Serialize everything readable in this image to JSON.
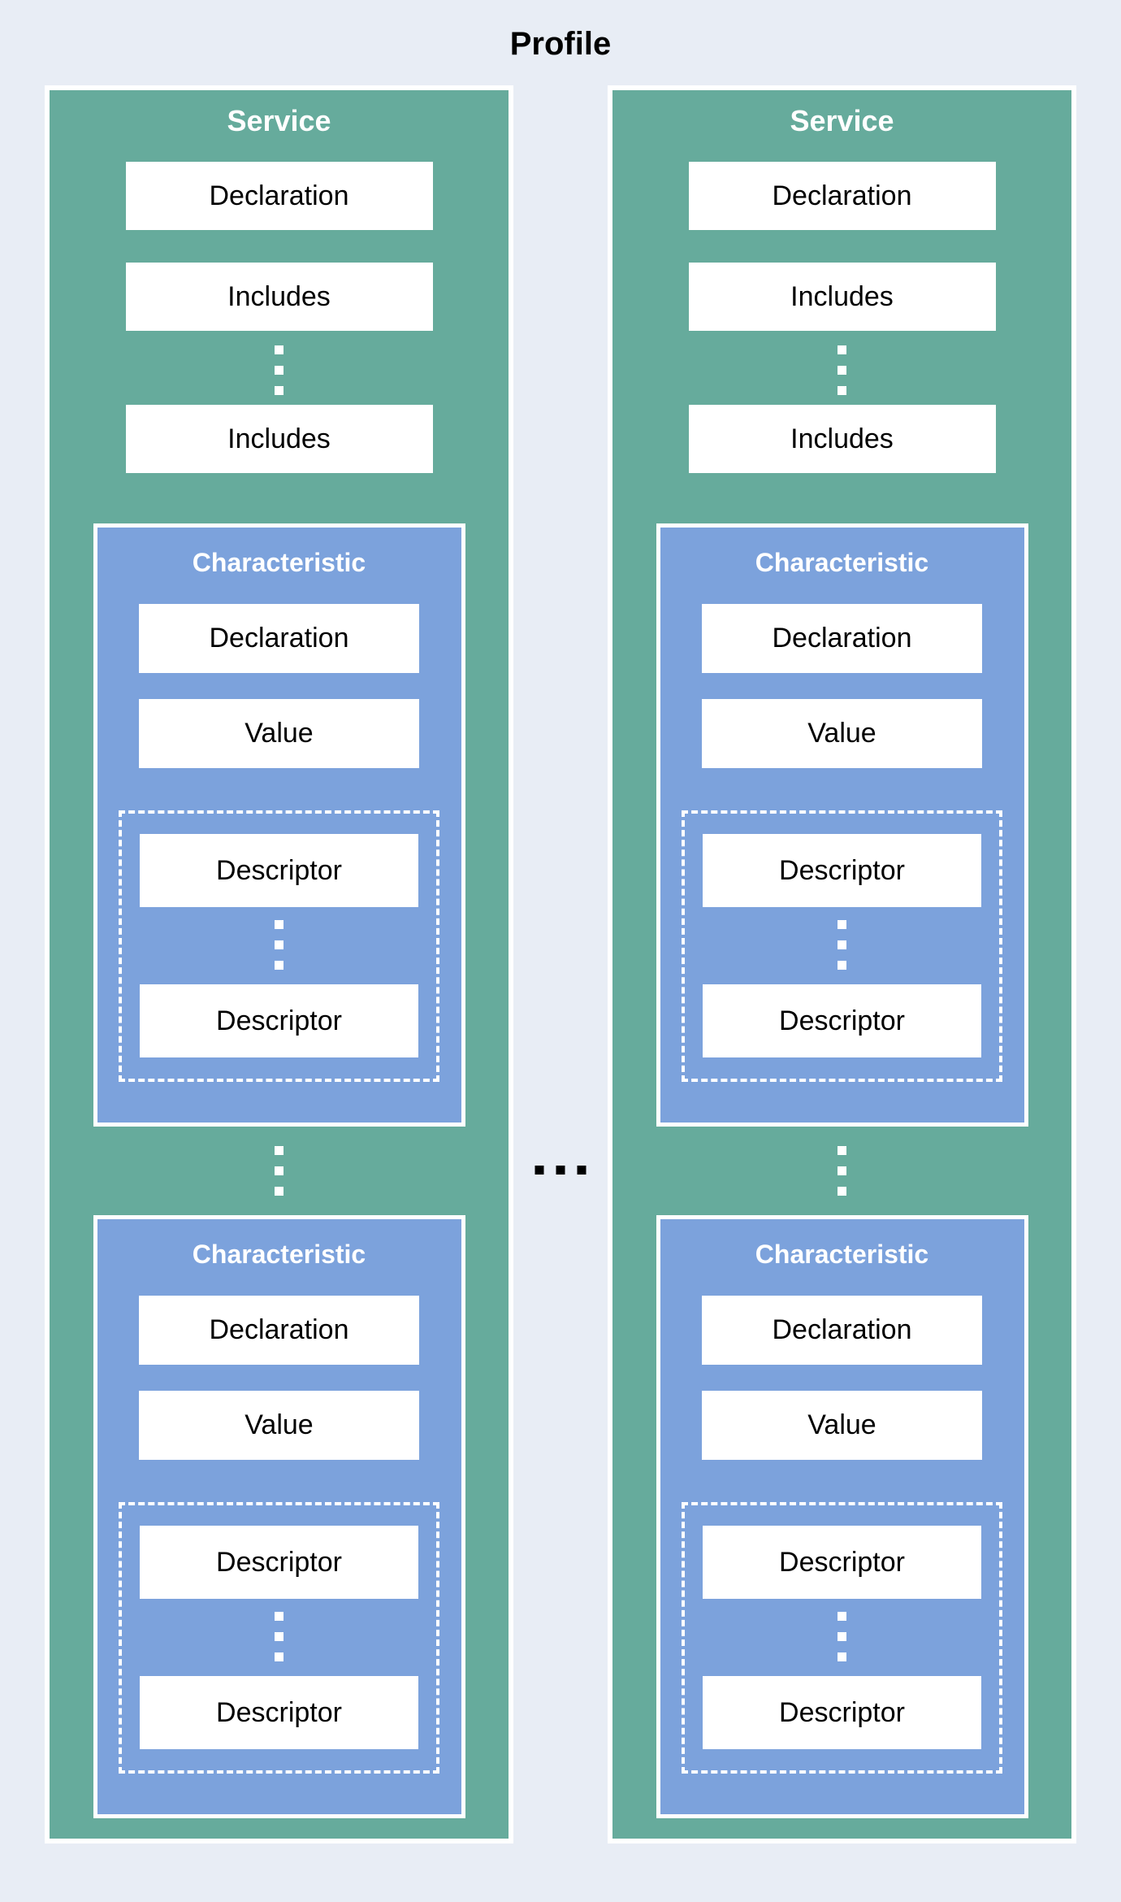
{
  "title": "Profile",
  "colors": {
    "background": "#e8edf5",
    "service_fill": "#66ab9c",
    "characteristic_fill": "#7ca2dc",
    "box_fill": "#ffffff",
    "border_white": "#ffffff",
    "title_text": "#000000",
    "separator_dots": "#000000"
  },
  "services": [
    {
      "title": "Service",
      "declaration": "Declaration",
      "includes": [
        "Includes",
        "Includes"
      ],
      "characteristics": [
        {
          "title": "Characteristic",
          "declaration": "Declaration",
          "value": "Value",
          "descriptors": [
            "Descriptor",
            "Descriptor"
          ]
        },
        {
          "title": "Characteristic",
          "declaration": "Declaration",
          "value": "Value",
          "descriptors": [
            "Descriptor",
            "Descriptor"
          ]
        }
      ]
    },
    {
      "title": "Service",
      "declaration": "Declaration",
      "includes": [
        "Includes",
        "Includes"
      ],
      "characteristics": [
        {
          "title": "Characteristic",
          "declaration": "Declaration",
          "value": "Value",
          "descriptors": [
            "Descriptor",
            "Descriptor"
          ]
        },
        {
          "title": "Characteristic",
          "declaration": "Declaration",
          "value": "Value",
          "descriptors": [
            "Descriptor",
            "Descriptor"
          ]
        }
      ]
    }
  ]
}
